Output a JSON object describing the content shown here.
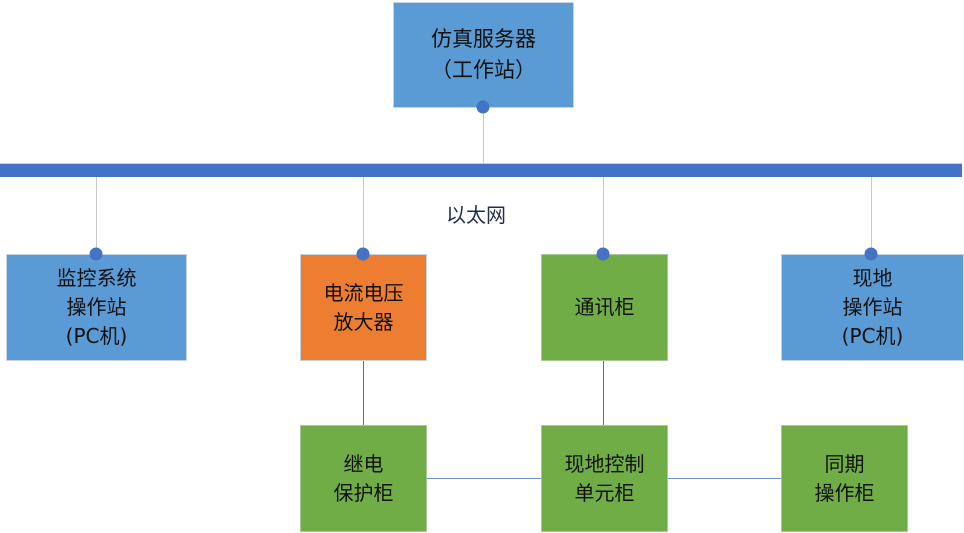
{
  "diagram": {
    "bus": {
      "label": "以太网",
      "color": "#4472c4"
    },
    "nodes": {
      "server": {
        "label": "仿真服务器\n（工作站）",
        "color": "#5b9bd5"
      },
      "monitor": {
        "label": "监控系统\n操作站\n(PC机)",
        "color": "#5b9bd5"
      },
      "amplifier": {
        "label": "电流电压\n放大器",
        "color": "#ed7d31"
      },
      "comm": {
        "label": "通讯柜",
        "color": "#70ad47"
      },
      "field_op": {
        "label": "现地\n操作站\n(PC机)",
        "color": "#5b9bd5"
      },
      "relay": {
        "label": "继电\n保护柜",
        "color": "#70ad47"
      },
      "local_ctrl": {
        "label": "现地控制\n单元柜",
        "color": "#70ad47"
      },
      "sync": {
        "label": "同期\n操作柜",
        "color": "#70ad47"
      }
    },
    "connections": [
      {
        "from": "server",
        "to": "bus"
      },
      {
        "from": "monitor",
        "to": "bus"
      },
      {
        "from": "amplifier",
        "to": "bus"
      },
      {
        "from": "comm",
        "to": "bus"
      },
      {
        "from": "field_op",
        "to": "bus"
      },
      {
        "from": "amplifier",
        "to": "relay"
      },
      {
        "from": "comm",
        "to": "local_ctrl"
      },
      {
        "from": "relay",
        "to": "local_ctrl"
      },
      {
        "from": "local_ctrl",
        "to": "sync"
      }
    ]
  }
}
